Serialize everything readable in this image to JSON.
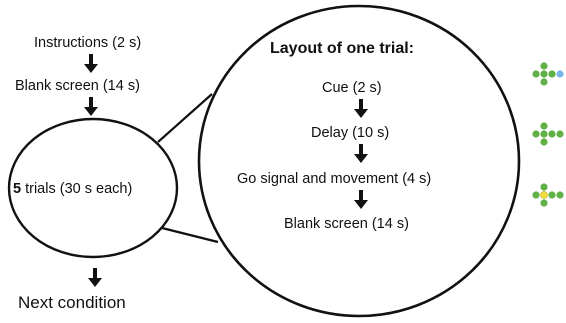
{
  "left_flow": {
    "instructions": "Instructions (2 s)",
    "blank_screen": "Blank screen (14 s)",
    "trials_count": "5",
    "trials_rest": " trials (30 s each)",
    "next_condition": "Next condition"
  },
  "trial_layout": {
    "title": "Layout of one trial:",
    "cue": "Cue (2 s)",
    "delay": "Delay (10 s)",
    "go_signal": "Go signal and movement (4 s)",
    "blank_screen": "Blank screen (14 s)"
  },
  "colors": {
    "line": "#111111",
    "dot_green": "#5fb146",
    "dot_blue": "#7ab7e6",
    "dot_yellow": "#f2dd3e"
  },
  "icons": [
    "cue-stimulus-icon",
    "delay-stimulus-icon",
    "go-signal-stimulus-icon"
  ]
}
